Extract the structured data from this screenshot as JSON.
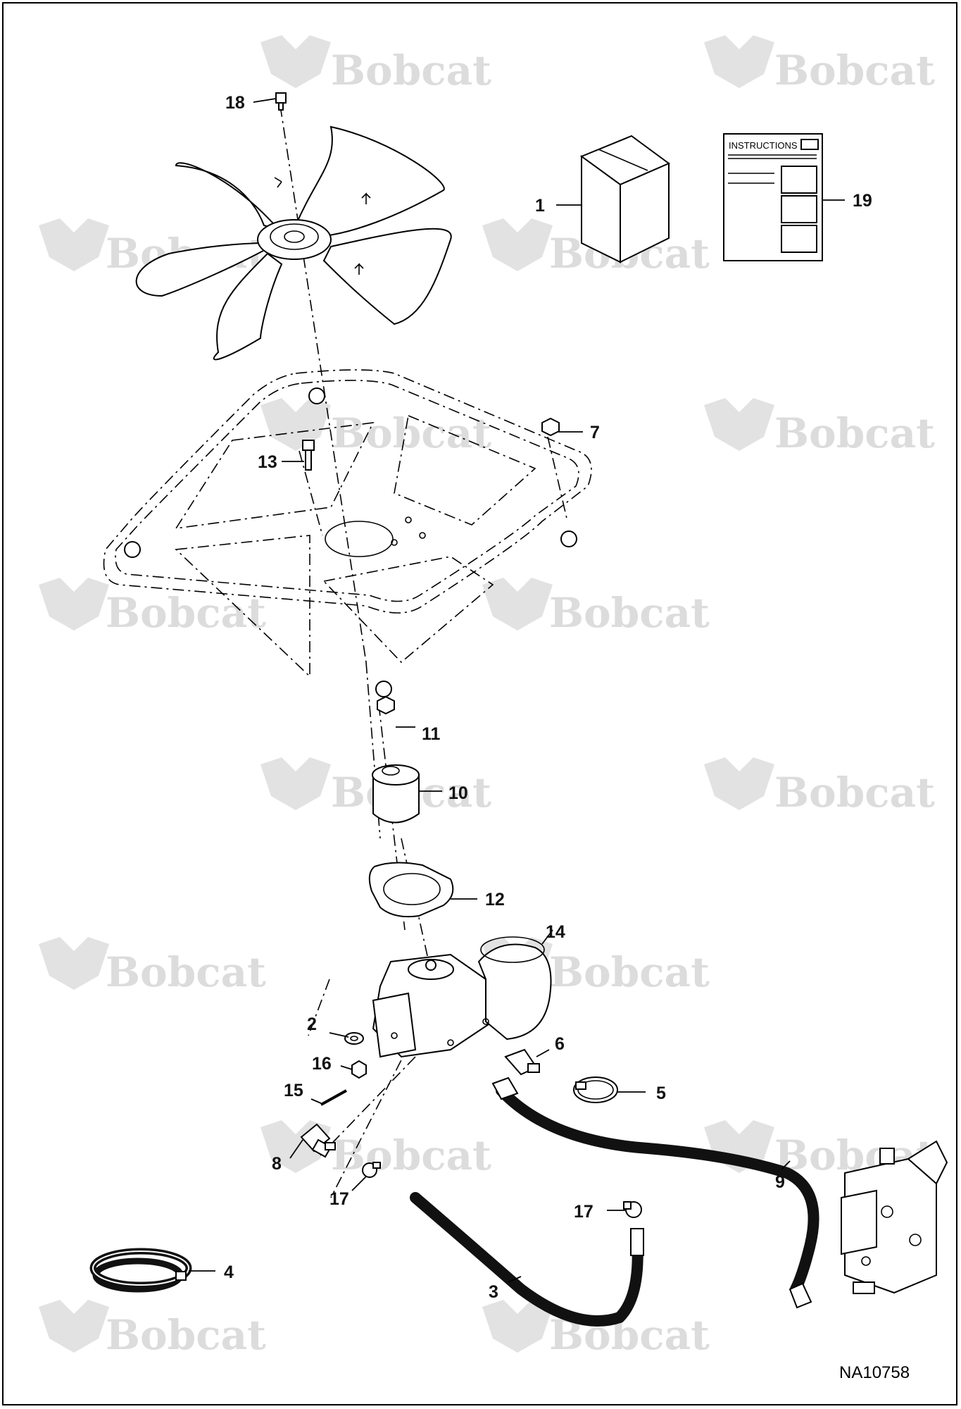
{
  "diagram": {
    "drawing_id": "NA10758",
    "watermark_text": "Bobcat",
    "instructions_label": "INSTRUCTIONS",
    "colors": {
      "line": "#000000",
      "watermark": "#dcdcdc",
      "background": "#ffffff"
    },
    "callouts": [
      {
        "id": "c1",
        "text": "1"
      },
      {
        "id": "c2",
        "text": "2"
      },
      {
        "id": "c3",
        "text": "3"
      },
      {
        "id": "c4",
        "text": "4"
      },
      {
        "id": "c5",
        "text": "5"
      },
      {
        "id": "c6",
        "text": "6"
      },
      {
        "id": "c7",
        "text": "7"
      },
      {
        "id": "c8",
        "text": "8"
      },
      {
        "id": "c9",
        "text": "9"
      },
      {
        "id": "c10",
        "text": "10"
      },
      {
        "id": "c11",
        "text": "11"
      },
      {
        "id": "c12",
        "text": "12"
      },
      {
        "id": "c13",
        "text": "13"
      },
      {
        "id": "c14",
        "text": "14"
      },
      {
        "id": "c15",
        "text": "15"
      },
      {
        "id": "c16",
        "text": "16"
      },
      {
        "id": "c17a",
        "text": "17"
      },
      {
        "id": "c17b",
        "text": "17"
      },
      {
        "id": "c18",
        "text": "18"
      },
      {
        "id": "c19",
        "text": "19"
      }
    ]
  }
}
